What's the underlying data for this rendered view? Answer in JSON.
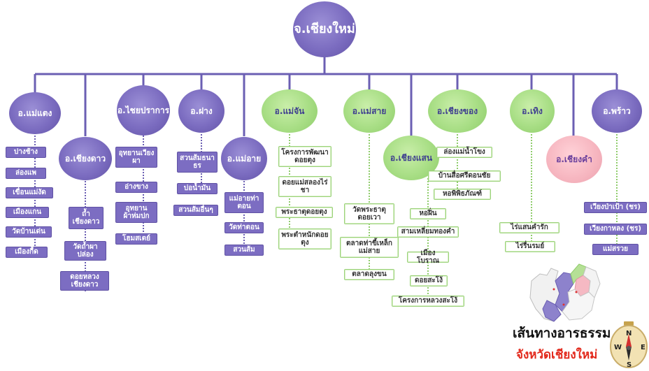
{
  "root": "จ.เชียงใหม่",
  "districts": [
    {
      "name": "อ.แม่แตง",
      "items": [
        "ปางช้าง",
        "ล่องแพ",
        "เขื่อนแม่งัด",
        "เมืองแกน",
        "วัดบ้านเด่น",
        "เมืองกื้ด"
      ]
    },
    {
      "name": "อ.เชียงดาว",
      "items": [
        "ถ้ำเชียงดาว",
        "วัดถ้ำผาปล่อง",
        "ดอยหลวงเชียงดาว"
      ]
    },
    {
      "name": "อ.ไชยปราการ",
      "items": [
        "อุทยานเวียงผา",
        "อ่างขาง",
        "อุทยานผ้าห่มปก",
        "โฮมสเตย์"
      ]
    },
    {
      "name": "อ.ฝาง",
      "items": [
        "สวนส้มธนาธร",
        "บ่อน้ำมัน",
        "สวนส้มอื่นๆ"
      ]
    },
    {
      "name": "อ.แม่อาย",
      "items": [
        "แม่อายท่าตอน",
        "วัดท่าตอน",
        "สวนส้ม"
      ]
    },
    {
      "name": "อ.แม่จัน",
      "items": [
        "โครงการพัฒนาดอยตุง",
        "ดอยแม่สลองไร่ชา",
        "พระธาตุดอยตุง",
        "พระตำหนักดอยตุง"
      ]
    },
    {
      "name": "อ.แม่สาย",
      "items": [
        "วัดพระธาตุดอยเวา",
        "ตลาดท่าขี้เหล็กแม่สาย",
        "ตลาดลุงขน"
      ]
    },
    {
      "name": "อ.เชียงแสน",
      "items": [
        "หอฝิ่น",
        "สามเหลี่ยมทองคำ",
        "เมืองโบราณ",
        "ดอยสะโง้",
        "โครงการหลวงสะโง้"
      ]
    },
    {
      "name": "อ.เชียงของ",
      "items": [
        "ล่องแม่น้ำโขง",
        "บ้านสื่อศรีดอนชัย",
        "หอพิพิธภัณฑ์"
      ]
    },
    {
      "name": "อ.เทิง",
      "items": [
        "ไร่แสนคำรัก",
        "ไร่รื่นรมย์"
      ]
    },
    {
      "name": "อ.เชียงคำ",
      "items": []
    },
    {
      "name": "อ.พร้าว",
      "items": [
        "เวียงป่าเป้า (ชร)",
        "เวียงกาหลง (ชร)",
        "แม่สรวย"
      ]
    }
  ],
  "footer": {
    "line1": "เส้นทางอารธรรม",
    "line2": "จังหวัดเชียงใหม่"
  },
  "compass": {
    "n": "N",
    "s": "S",
    "e": "E",
    "w": "W"
  },
  "colors": {
    "purple": "#7c6dc2",
    "green": "#a8de85",
    "pink": "#f6b5bf",
    "connector": "#6b5fb3",
    "dotted": "#8fcc6b"
  }
}
